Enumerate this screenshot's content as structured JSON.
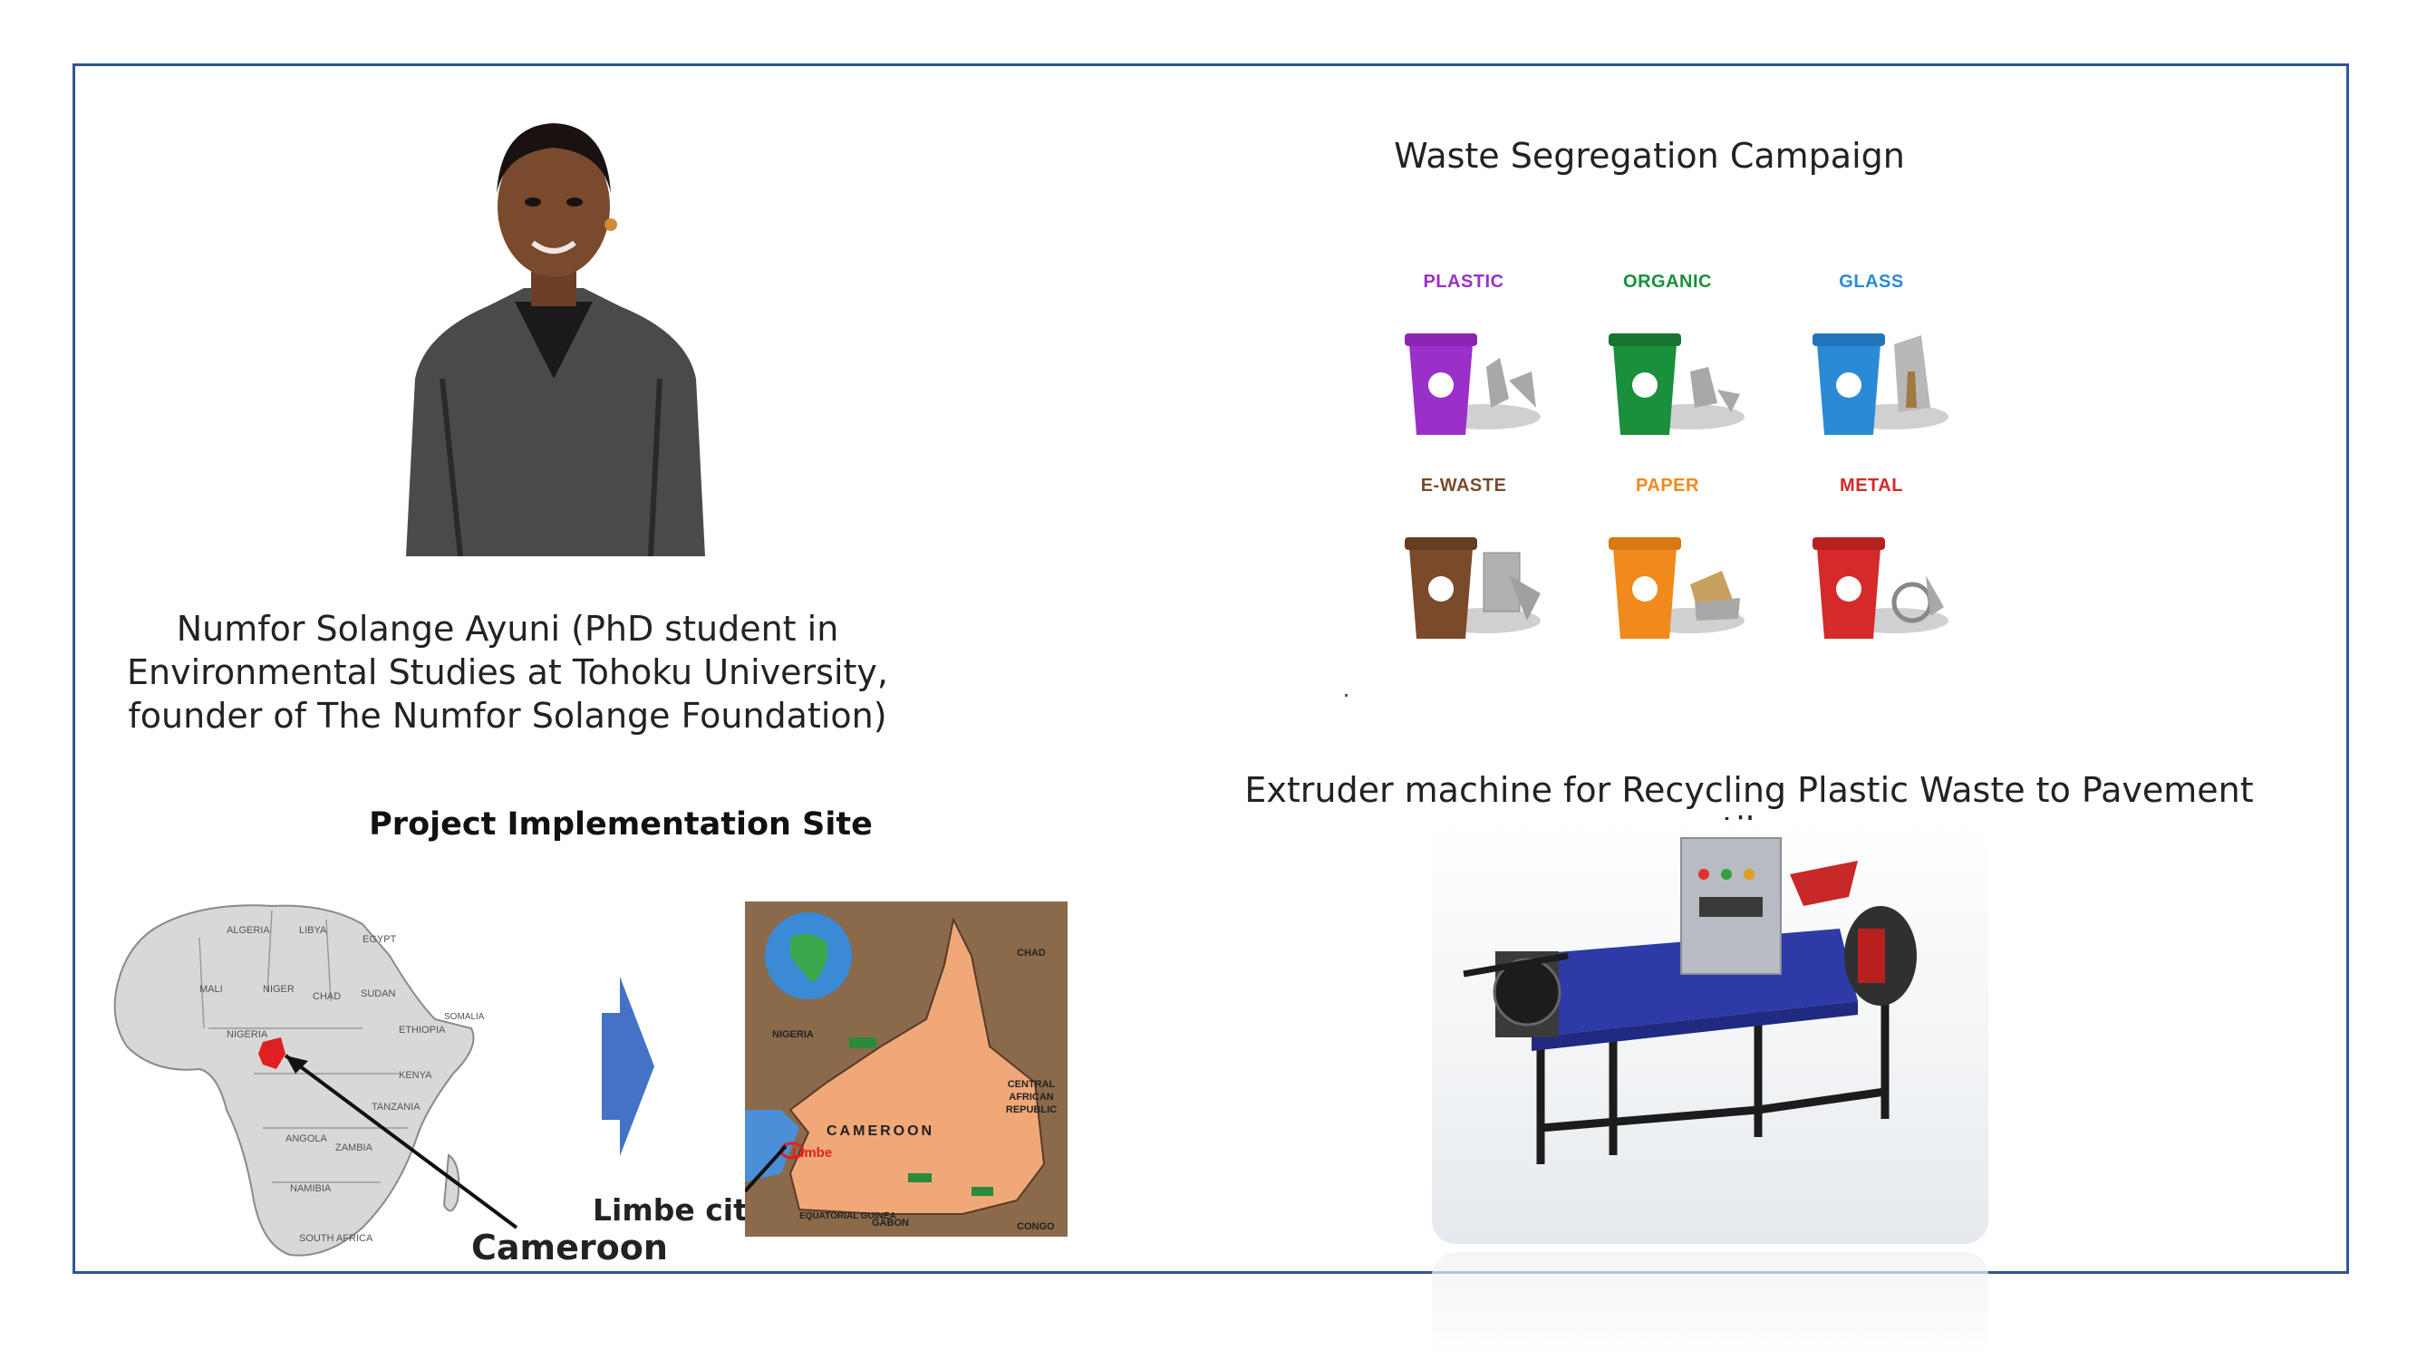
{
  "portrait": {
    "caption_lines": [
      "Numfor Solange Ayuni (PhD student in",
      "Environmental Studies at Tohoku University,",
      "founder of The Numfor Solange Foundation)"
    ]
  },
  "site": {
    "title": "Project Implementation Site",
    "cameroon_label": "Cameroon",
    "limbe_label": "Limbe city",
    "africa_labels": [
      "ALGERIA",
      "LIBYA",
      "EGYPT",
      "MALI",
      "NIGER",
      "CHAD",
      "SUDAN",
      "ETHIOPIA",
      "NIGERIA",
      "SOMALIA",
      "KENYA",
      "TANZANIA",
      "ANGOLA",
      "ZAMBIA",
      "NAMIBIA",
      "SOUTH AFRICA"
    ],
    "cameroon_map": {
      "title": "CAMEROON",
      "city": "Limbe",
      "neighbors": [
        "CHAD",
        "NIGERIA",
        "CENTRAL AFRICAN REPUBLIC",
        "EQUATORIAL GUINEA",
        "GABON",
        "CONGO"
      ]
    }
  },
  "waste": {
    "title": "Waste Segregation Campaign",
    "bins": [
      {
        "label": "PLASTIC",
        "color": "#9b2fc9"
      },
      {
        "label": "ORGANIC",
        "color": "#1a8f3c"
      },
      {
        "label": "GLASS",
        "color": "#2a8ad6"
      },
      {
        "label": "E-WASTE",
        "color": "#7a4a2a"
      },
      {
        "label": "PAPER",
        "color": "#f08a1c"
      },
      {
        "label": "METAL",
        "color": "#d42a2a"
      }
    ]
  },
  "extruder": {
    "title": "Extruder machine for Recycling Plastic Waste to Pavement tile"
  },
  "colors": {
    "frame": "#2f5597",
    "arrow": "#4472c4",
    "cameroon_fill": "#f0a878",
    "highlight": "#e02020"
  }
}
